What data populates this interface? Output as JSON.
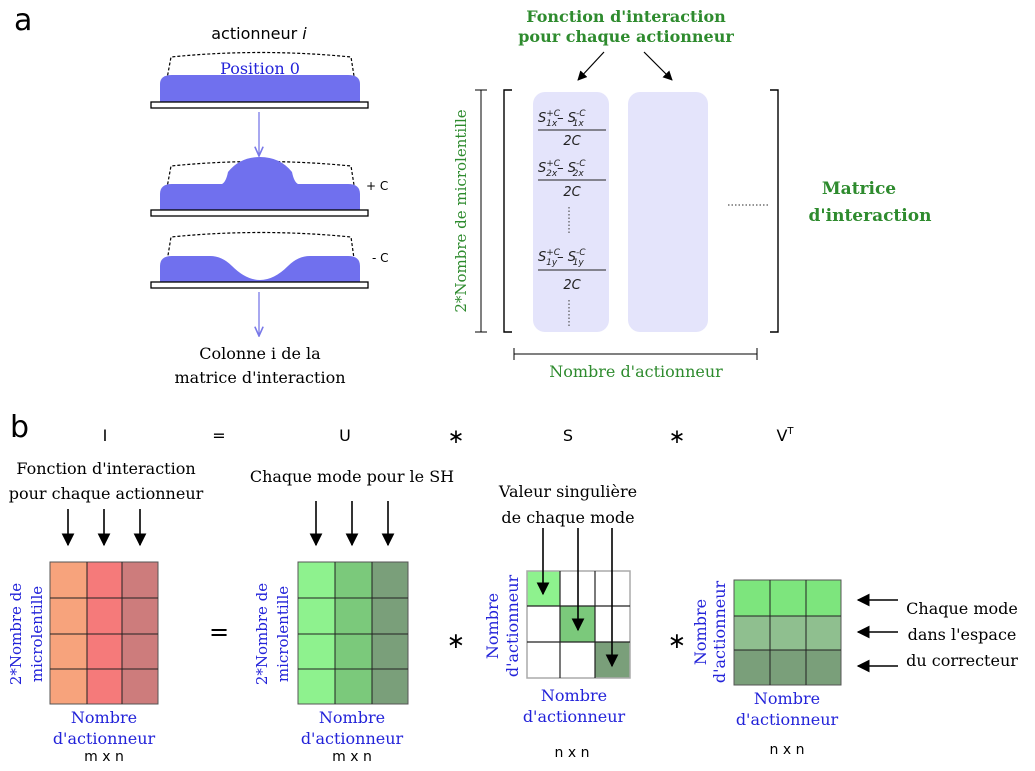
{
  "colors": {
    "blue_text": "#2323d9",
    "green_text": "#2e8b2e",
    "actuator_fill": "#7070ee",
    "column_fill": "#e4e4fb",
    "arrow_blue": "#7878e8",
    "interaction_cols": [
      "#f7a37c",
      "#f57a7a",
      "#cd7c7c"
    ],
    "u_cols": [
      "#8ef28e",
      "#7bc97b",
      "#7a9f7a"
    ],
    "vt_rows": [
      "#7de57d",
      "#8fbf8f",
      "#7a9f7a"
    ]
  },
  "panel_a": {
    "label": "a",
    "actuator_title": "actionneur",
    "actuator_index": "i",
    "position_label": "Position 0",
    "plus_label": "+ C",
    "minus_label": "- C",
    "column_caption": [
      "Colonne i de la",
      "matrice d'interaction"
    ],
    "function_title": [
      "Fonction d'interaction",
      "pour chaque actionneur"
    ],
    "rows_label": "2*Nombre de microlentille",
    "cols_label": "Nombre d'actionneur",
    "matrix_label": [
      "Matrice",
      "d'interaction"
    ],
    "entries": [
      {
        "n1": "S",
        "s1": "+C",
        "b1": "1x",
        "mid": "– S",
        "s2": "-C",
        "b2": "1x",
        "den": "2C"
      },
      {
        "n1": "S",
        "s1": "+C",
        "b1": "2x",
        "mid": "– S",
        "s2": "-C",
        "b2": "2x",
        "den": "2C"
      },
      {
        "n1": "S",
        "s1": "+C",
        "b1": "1y",
        "mid": "– S",
        "s2": "-C",
        "b2": "1y",
        "den": "2C"
      }
    ]
  },
  "panel_b": {
    "label": "b",
    "equation": {
      "I": "I",
      "eq": "=",
      "U": "U",
      "star": "∗",
      "S": "S",
      "V": "V",
      "T": "T"
    },
    "interaction_label": [
      "Fonction d'interaction",
      "pour chaque actionneur"
    ],
    "mode_label": "Chaque mode pour le SH",
    "singular_label": [
      "Valeur singulière",
      "de chaque mode"
    ],
    "space_label": [
      "Chaque mode",
      "dans l'espace",
      "du correcteur"
    ],
    "rows_label": [
      "2*Nombre de",
      "microlentille"
    ],
    "actuator_label": [
      "Nombre",
      "d'actionneur"
    ],
    "dim_mxn": "m x n",
    "dim_nxn": "n x n",
    "eq_sign": "=",
    "star": "∗"
  }
}
